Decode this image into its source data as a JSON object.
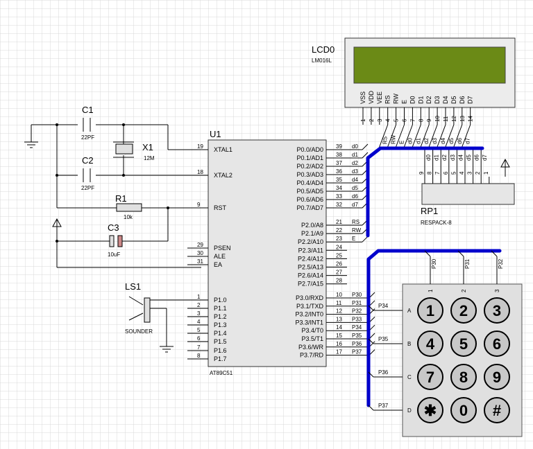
{
  "lcd": {
    "ref": "LCD0",
    "part": "LM016L",
    "pins": [
      "VSS",
      "VDD",
      "VEE",
      "RS",
      "RW",
      "E",
      "D0",
      "D1",
      "D2",
      "D3",
      "D4",
      "D5",
      "D6",
      "D7"
    ],
    "pin_numbers": [
      "1",
      "2",
      "3",
      "4",
      "5",
      "6",
      "7",
      "8",
      "9",
      "10",
      "11",
      "12",
      "13",
      "14"
    ],
    "net_labels": [
      "RS",
      "RW",
      "E",
      "d0",
      "d1",
      "d2",
      "d3",
      "d4",
      "d5",
      "d6",
      "d7"
    ]
  },
  "u1": {
    "ref": "U1",
    "part": "AT89C51",
    "left_pins": [
      {
        "name": "XTAL1",
        "num": "19"
      },
      {
        "name": "XTAL2",
        "num": "18"
      },
      {
        "name": "RST",
        "num": "9"
      },
      {
        "name": "PSEN",
        "num": "29"
      },
      {
        "name": "ALE",
        "num": "30"
      },
      {
        "name": "EA",
        "num": "31"
      },
      {
        "name": "P1.0",
        "num": "1"
      },
      {
        "name": "P1.1",
        "num": "2"
      },
      {
        "name": "P1.2",
        "num": "3"
      },
      {
        "name": "P1.3",
        "num": "4"
      },
      {
        "name": "P1.4",
        "num": "5"
      },
      {
        "name": "P1.5",
        "num": "6"
      },
      {
        "name": "P1.6",
        "num": "7"
      },
      {
        "name": "P1.7",
        "num": "8"
      }
    ],
    "right_pins": [
      {
        "name": "P0.0/AD0",
        "num": "39",
        "net": "d0"
      },
      {
        "name": "P0.1/AD1",
        "num": "38",
        "net": "d1"
      },
      {
        "name": "P0.2/AD2",
        "num": "37",
        "net": "d2"
      },
      {
        "name": "P0.3/AD3",
        "num": "36",
        "net": "d3"
      },
      {
        "name": "P0.4/AD4",
        "num": "35",
        "net": "d4"
      },
      {
        "name": "P0.5/AD5",
        "num": "34",
        "net": "d5"
      },
      {
        "name": "P0.6/AD6",
        "num": "33",
        "net": "d6"
      },
      {
        "name": "P0.7/AD7",
        "num": "32",
        "net": "d7"
      },
      {
        "name": "P2.0/A8",
        "num": "21",
        "net": "RS"
      },
      {
        "name": "P2.1/A9",
        "num": "22",
        "net": "RW"
      },
      {
        "name": "P2.2/A10",
        "num": "23",
        "net": "E"
      },
      {
        "name": "P2.3/A11",
        "num": "24",
        "net": ""
      },
      {
        "name": "P2.4/A12",
        "num": "25",
        "net": ""
      },
      {
        "name": "P2.5/A13",
        "num": "26",
        "net": ""
      },
      {
        "name": "P2.6/A14",
        "num": "27",
        "net": ""
      },
      {
        "name": "P2.7/A15",
        "num": "28",
        "net": ""
      },
      {
        "name": "P3.0/RXD",
        "num": "10",
        "net": "P30"
      },
      {
        "name": "P3.1/TXD",
        "num": "11",
        "net": "P31"
      },
      {
        "name": "P3.2/INT0",
        "num": "12",
        "net": "P32"
      },
      {
        "name": "P3.3/INT1",
        "num": "13",
        "net": "P33"
      },
      {
        "name": "P3.4/T0",
        "num": "14",
        "net": "P34"
      },
      {
        "name": "P3.5/T1",
        "num": "15",
        "net": "P35"
      },
      {
        "name": "P3.6/WR",
        "num": "16",
        "net": "P36"
      },
      {
        "name": "P3.7/RD",
        "num": "17",
        "net": "P37"
      }
    ]
  },
  "components": {
    "c1": {
      "ref": "C1",
      "value": "22PF"
    },
    "c2": {
      "ref": "C2",
      "value": "22PF"
    },
    "x1": {
      "ref": "X1",
      "value": "12M"
    },
    "r1": {
      "ref": "R1",
      "value": "10k"
    },
    "c3": {
      "ref": "C3",
      "value": "10uF"
    },
    "ls1": {
      "ref": "LS1",
      "value": "SOUNDER"
    }
  },
  "rp1": {
    "ref": "RP1",
    "part": "RESPACK-8",
    "pins": [
      "9",
      "8",
      "7",
      "6",
      "5",
      "4",
      "3",
      "2",
      "1"
    ],
    "nets": [
      "d0",
      "d1",
      "d2",
      "d3",
      "d4",
      "d5",
      "d6",
      "d7"
    ]
  },
  "keypad": {
    "cols": [
      "1",
      "2",
      "3"
    ],
    "col_nets": [
      "P30",
      "P31",
      "P32"
    ],
    "rows": [
      "A",
      "B",
      "C",
      "D"
    ],
    "row_nets": [
      "P34",
      "P35",
      "P36",
      "P37"
    ],
    "keys": [
      "1",
      "2",
      "3",
      "4",
      "5",
      "6",
      "7",
      "8",
      "9",
      "✱",
      "0",
      "#"
    ]
  }
}
